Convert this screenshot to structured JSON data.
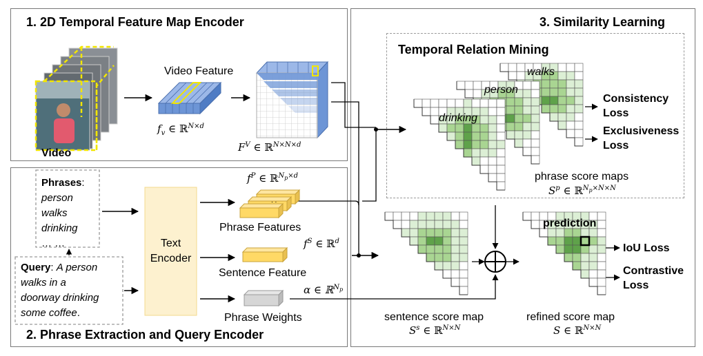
{
  "panels": {
    "encoder_title": "1. 2D Temporal Feature Map Encoder",
    "phrase_title": "2. Phrase Extraction and Query Encoder",
    "similarity_title": "3. Similarity Learning",
    "relation_title": "Temporal Relation Mining"
  },
  "video": {
    "label": "Video",
    "feature_label": "Video Feature",
    "fv": "f",
    "fv_sub": "v",
    "fv_dim": " ∈ ℝ",
    "fv_sup": "N×d",
    "FV": "F",
    "FV_sup1": "V",
    "FV_dim": " ∈ ℝ",
    "FV_sup2": "N×N×d"
  },
  "phrases_box": {
    "heading": "Phrases",
    "colon": ":",
    "items": [
      "person",
      "walks",
      "drinking"
    ],
    "ellipsis": "… …"
  },
  "query_box": {
    "heading": "Query",
    "colon": ": ",
    "text_first": "A person",
    "text_rest": [
      "walks in a",
      "doorway drinking",
      "some coffee"
    ],
    "period": "."
  },
  "encoder": {
    "label_line1": "Text",
    "label_line2": "Encoder"
  },
  "outputs": {
    "phrase_features": "Phrase Features",
    "sentence_feature": "Sentence Feature",
    "phrase_weights": "Phrase Weights",
    "fP": "f",
    "fP_sup": "P",
    "fP_dim": " ∈ ℝ",
    "fP_sup2": "N",
    "fP_sub2": "p",
    "fP_sup3": "×d",
    "fS": "f",
    "fS_sup": "S",
    "fS_dim": " ∈ ℝ",
    "fS_sup2": "d",
    "alpha": "α ∈ ℝ",
    "alpha_sup": "N",
    "alpha_sub": "p"
  },
  "score_maps": {
    "phrase_map_words": [
      "walks",
      "person",
      "drinking"
    ],
    "phrase_maps_label": "phrase score maps",
    "Sp": "S",
    "Sp_sup": "p",
    "Sp_dim": " ∈ ℝ",
    "Sp_sup2": "N",
    "Sp_sub2": "p",
    "Sp_sup3": "×N×N",
    "sentence_map_label": "sentence score map",
    "Ss": "S",
    "Ss_sup": "s",
    "Ss_dim": " ∈ ℝ",
    "Ss_sup2": "N×N",
    "refined_map_label": "refined score map",
    "S": "S",
    "S_dim": " ∈ ℝ",
    "S_sup": "N×N",
    "prediction": "prediction"
  },
  "losses": {
    "consistency": [
      "Consistency",
      "Loss"
    ],
    "exclusiveness": [
      "Exclusiveness",
      "Loss"
    ],
    "iou": "IoU Loss",
    "contrastive": [
      "Contrastive",
      "Loss"
    ]
  },
  "colors": {
    "feature_blue": "#6d95d6",
    "feature_yellow": "#ffd966",
    "encoder_fill": "#fdf1cf",
    "green_light": "#dcefd5",
    "green_mid": "#a9d592",
    "green_dark": "#5fa24a",
    "highlight_yellow": "#f2e600"
  }
}
